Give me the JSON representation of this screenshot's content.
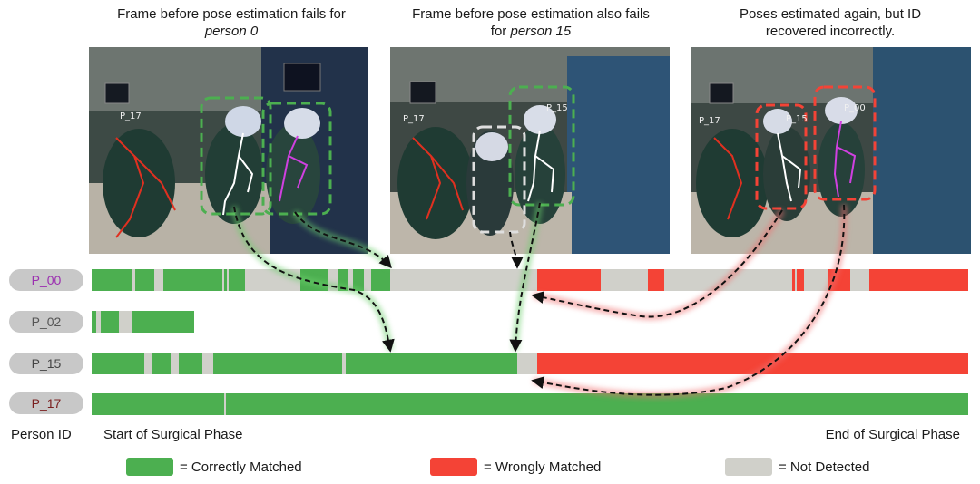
{
  "captions": [
    {
      "line1": "Frame before pose estimation fails for",
      "line2": "person 0"
    },
    {
      "line1": "Frame before pose estimation also fails",
      "line2_prefix": "for ",
      "line2": "person 15"
    },
    {
      "line1": "Poses estimated again, but ID",
      "line2": "recovered incorrectly."
    }
  ],
  "frame_tags": {
    "frame1": [
      "P_17"
    ],
    "frame2": [
      "P_17",
      "P_15"
    ],
    "frame3": [
      "P_17",
      "P_15",
      "P_00"
    ]
  },
  "persons": [
    {
      "id": "P_00",
      "color": "#9b2fb0"
    },
    {
      "id": "P_02",
      "color": "#555555"
    },
    {
      "id": "P_15",
      "color": "#444444"
    },
    {
      "id": "P_17",
      "color": "#7a1f1f"
    }
  ],
  "timeline": {
    "P_00": [
      {
        "s": 0,
        "e": 0.0452,
        "st": "correct"
      },
      {
        "s": 0.0452,
        "e": 0.0494,
        "st": "none"
      },
      {
        "s": 0.0494,
        "e": 0.0717,
        "st": "correct"
      },
      {
        "s": 0.0717,
        "e": 0.0821,
        "st": "none"
      },
      {
        "s": 0.0821,
        "e": 0.1486,
        "st": "correct"
      },
      {
        "s": 0.1486,
        "e": 0.1507,
        "st": "none"
      },
      {
        "s": 0.1507,
        "e": 0.1538,
        "st": "correct"
      },
      {
        "s": 0.1538,
        "e": 0.1559,
        "st": "none"
      },
      {
        "s": 0.1559,
        "e": 0.1746,
        "st": "correct"
      },
      {
        "s": 0.1746,
        "e": 0.238,
        "st": "none"
      },
      {
        "s": 0.238,
        "e": 0.2692,
        "st": "correct"
      },
      {
        "s": 0.2692,
        "e": 0.2817,
        "st": "none"
      },
      {
        "s": 0.2817,
        "e": 0.2931,
        "st": "correct"
      },
      {
        "s": 0.2931,
        "e": 0.2983,
        "st": "none"
      },
      {
        "s": 0.2983,
        "e": 0.3108,
        "st": "correct"
      },
      {
        "s": 0.3108,
        "e": 0.3191,
        "st": "none"
      },
      {
        "s": 0.3191,
        "e": 0.341,
        "st": "correct"
      },
      {
        "s": 0.341,
        "e": 0.5083,
        "st": "none"
      },
      {
        "s": 0.5083,
        "e": 0.5811,
        "st": "wrong"
      },
      {
        "s": 0.5811,
        "e": 0.6341,
        "st": "none"
      },
      {
        "s": 0.6341,
        "e": 0.6528,
        "st": "wrong"
      },
      {
        "s": 0.6528,
        "e": 0.7994,
        "st": "none"
      },
      {
        "s": 0.7994,
        "e": 0.8025,
        "st": "wrong"
      },
      {
        "s": 0.8025,
        "e": 0.8046,
        "st": "none"
      },
      {
        "s": 0.8046,
        "e": 0.8129,
        "st": "wrong"
      },
      {
        "s": 0.8129,
        "e": 0.8399,
        "st": "none"
      },
      {
        "s": 0.8399,
        "e": 0.8659,
        "st": "wrong"
      },
      {
        "s": 0.8659,
        "e": 0.8867,
        "st": "none"
      },
      {
        "s": 0.8867,
        "e": 1,
        "st": "wrong"
      }
    ],
    "P_02": [
      {
        "s": 0,
        "e": 0.0052,
        "st": "correct"
      },
      {
        "s": 0.0052,
        "e": 0.0104,
        "st": "none"
      },
      {
        "s": 0.0104,
        "e": 0.0312,
        "st": "correct"
      },
      {
        "s": 0.0312,
        "e": 0.0468,
        "st": "none"
      },
      {
        "s": 0.0468,
        "e": 0.1175,
        "st": "correct"
      }
    ],
    "P_15": [
      {
        "s": 0,
        "e": 0.0603,
        "st": "correct"
      },
      {
        "s": 0.0603,
        "e": 0.0696,
        "st": "none"
      },
      {
        "s": 0.0696,
        "e": 0.0904,
        "st": "correct"
      },
      {
        "s": 0.0904,
        "e": 0.0998,
        "st": "none"
      },
      {
        "s": 0.0998,
        "e": 0.1258,
        "st": "correct"
      },
      {
        "s": 0.1258,
        "e": 0.1383,
        "st": "none"
      },
      {
        "s": 0.1383,
        "e": 0.2859,
        "st": "correct"
      },
      {
        "s": 0.2859,
        "e": 0.29,
        "st": "none"
      },
      {
        "s": 0.29,
        "e": 0.4854,
        "st": "correct"
      },
      {
        "s": 0.4854,
        "e": 0.5083,
        "st": "none"
      },
      {
        "s": 0.5083,
        "e": 1,
        "st": "wrong"
      }
    ],
    "P_17": [
      {
        "s": 0,
        "e": 0.1507,
        "st": "correct"
      },
      {
        "s": 0.1507,
        "e": 0.1528,
        "st": "none"
      },
      {
        "s": 0.1528,
        "e": 1,
        "st": "correct"
      }
    ]
  },
  "state_colors": {
    "correct": "#4caf50",
    "wrong": "#f44336",
    "none": "#d0d0ca"
  },
  "bottom": {
    "person_id": "Person ID",
    "start": "Start of Surgical Phase",
    "end": "End of Surgical Phase"
  },
  "legend": [
    {
      "state": "correct",
      "text": "= Correctly Matched"
    },
    {
      "state": "wrong",
      "text": "= Wrongly Matched"
    },
    {
      "state": "none",
      "text": "= Not Detected"
    }
  ]
}
